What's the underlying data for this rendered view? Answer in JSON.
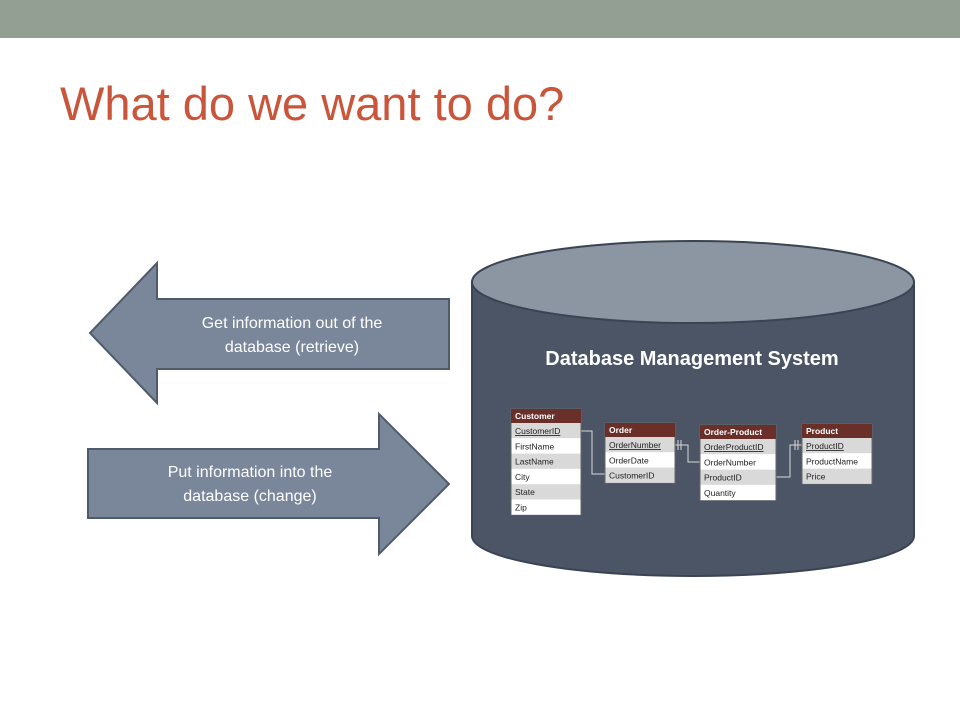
{
  "slide": {
    "title": "What do we want to do?",
    "top_bar_color": "#929f92",
    "title_color": "#c9553a"
  },
  "arrows": {
    "retrieve_label_line1": "Get information out of the",
    "retrieve_label_line2": "database (retrieve)",
    "change_label_line1": "Put information into the",
    "change_label_line2": "database (change)",
    "fill_color": "#7a879b"
  },
  "dbms": {
    "label": "Database Management System",
    "body_color": "#4b5566",
    "top_color": "#8c96a3"
  },
  "tables": [
    {
      "name": "Customer",
      "fields": [
        "CustomerID",
        "FirstName",
        "LastName",
        "City",
        "State",
        "Zip"
      ],
      "keys": [
        "CustomerID"
      ]
    },
    {
      "name": "Order",
      "fields": [
        "OrderNumber",
        "OrderDate",
        "CustomerID"
      ],
      "keys": [
        "OrderNumber"
      ]
    },
    {
      "name": "Order-Product",
      "fields": [
        "OrderProductID",
        "OrderNumber",
        "ProductID",
        "Quantity"
      ],
      "keys": [
        "OrderProductID"
      ]
    },
    {
      "name": "Product",
      "fields": [
        "ProductID",
        "ProductName",
        "Price"
      ],
      "keys": [
        "ProductID"
      ]
    }
  ]
}
